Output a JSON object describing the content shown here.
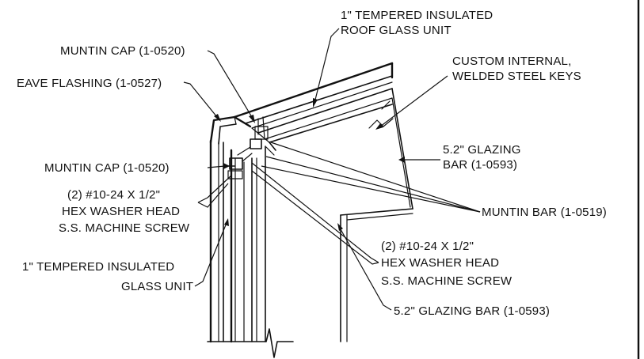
{
  "diagram": {
    "labels": {
      "roof_glass_line1": "1\" TEMPERED INSULATED",
      "roof_glass_line2": "ROOF GLASS UNIT",
      "muntin_cap_top": "MUNTIN CAP (1-0520)",
      "custom_keys_line1": "CUSTOM INTERNAL,",
      "custom_keys_line2": "WELDED STEEL KEYS",
      "eave_flashing": "EAVE FLASHING (1-0527)",
      "glazing_bar_right_line1": "5.2\" GLAZING",
      "glazing_bar_right_line2": "BAR (1-0593)",
      "muntin_cap_left": "MUNTIN CAP (1-0520)",
      "screw_left_line1": "(2) #10-24 X 1/2\"",
      "screw_left_line2": "HEX WASHER HEAD",
      "screw_left_line3": "S.S. MACHINE SCREW",
      "muntin_bar": "MUNTIN BAR (1-0519)",
      "glass_unit_line1": "1\" TEMPERED INSULATED",
      "glass_unit_line2": "GLASS UNIT",
      "screw_right_line1": "(2) #10-24 X 1/2\"",
      "screw_right_line2": "HEX WASHER HEAD",
      "screw_right_line3": "S.S. MACHINE SCREW",
      "glazing_bar_bottom": "5.2\" GLAZING BAR (1-0593)"
    }
  }
}
